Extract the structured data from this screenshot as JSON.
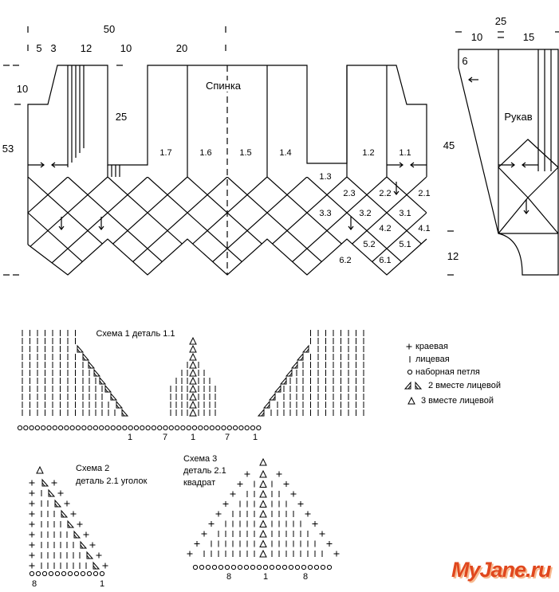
{
  "dims": {
    "w50": "50",
    "w5": "5",
    "w3": "3",
    "w12": "12",
    "w10": "10",
    "w20": "20",
    "h10": "10",
    "h25": "25",
    "h53": "53",
    "sleeve_w25": "25",
    "sleeve_w10": "10",
    "sleeve_w15": "15",
    "sleeve_h6": "6",
    "sleeve_h45": "45",
    "sleeve_h12": "12"
  },
  "pieces": {
    "back": "Спинка",
    "sleeve": "Рукав"
  },
  "parts": [
    "1.7",
    "1.6",
    "1.5",
    "1.4",
    "1.2",
    "1.1",
    "1.3",
    "2.3",
    "2.2",
    "2.1",
    "3.3",
    "3.2",
    "3.1",
    "4.2",
    "4.1",
    "5.2",
    "5.1",
    "6.2",
    "6.1"
  ],
  "scheme1": {
    "title": "Схема 1 деталь 1.1",
    "nums": [
      "1",
      "7",
      "1",
      "7",
      "1"
    ]
  },
  "scheme2": {
    "title1": "Схема 2",
    "title2": "деталь 2.1 уголок",
    "nums": [
      "8",
      "1"
    ]
  },
  "scheme3": {
    "title1": "Схема 3",
    "title2": "деталь 2.1",
    "title3": "квадрат",
    "nums": [
      "8",
      "1",
      "8"
    ]
  },
  "legend": {
    "edge": "краевая",
    "knit": "лицевая",
    "caston": "наборная петля",
    "k2tog": "2 вместе лицевой",
    "k3tog": "3 вместе лицевой"
  },
  "logo": "MyJane.ru"
}
